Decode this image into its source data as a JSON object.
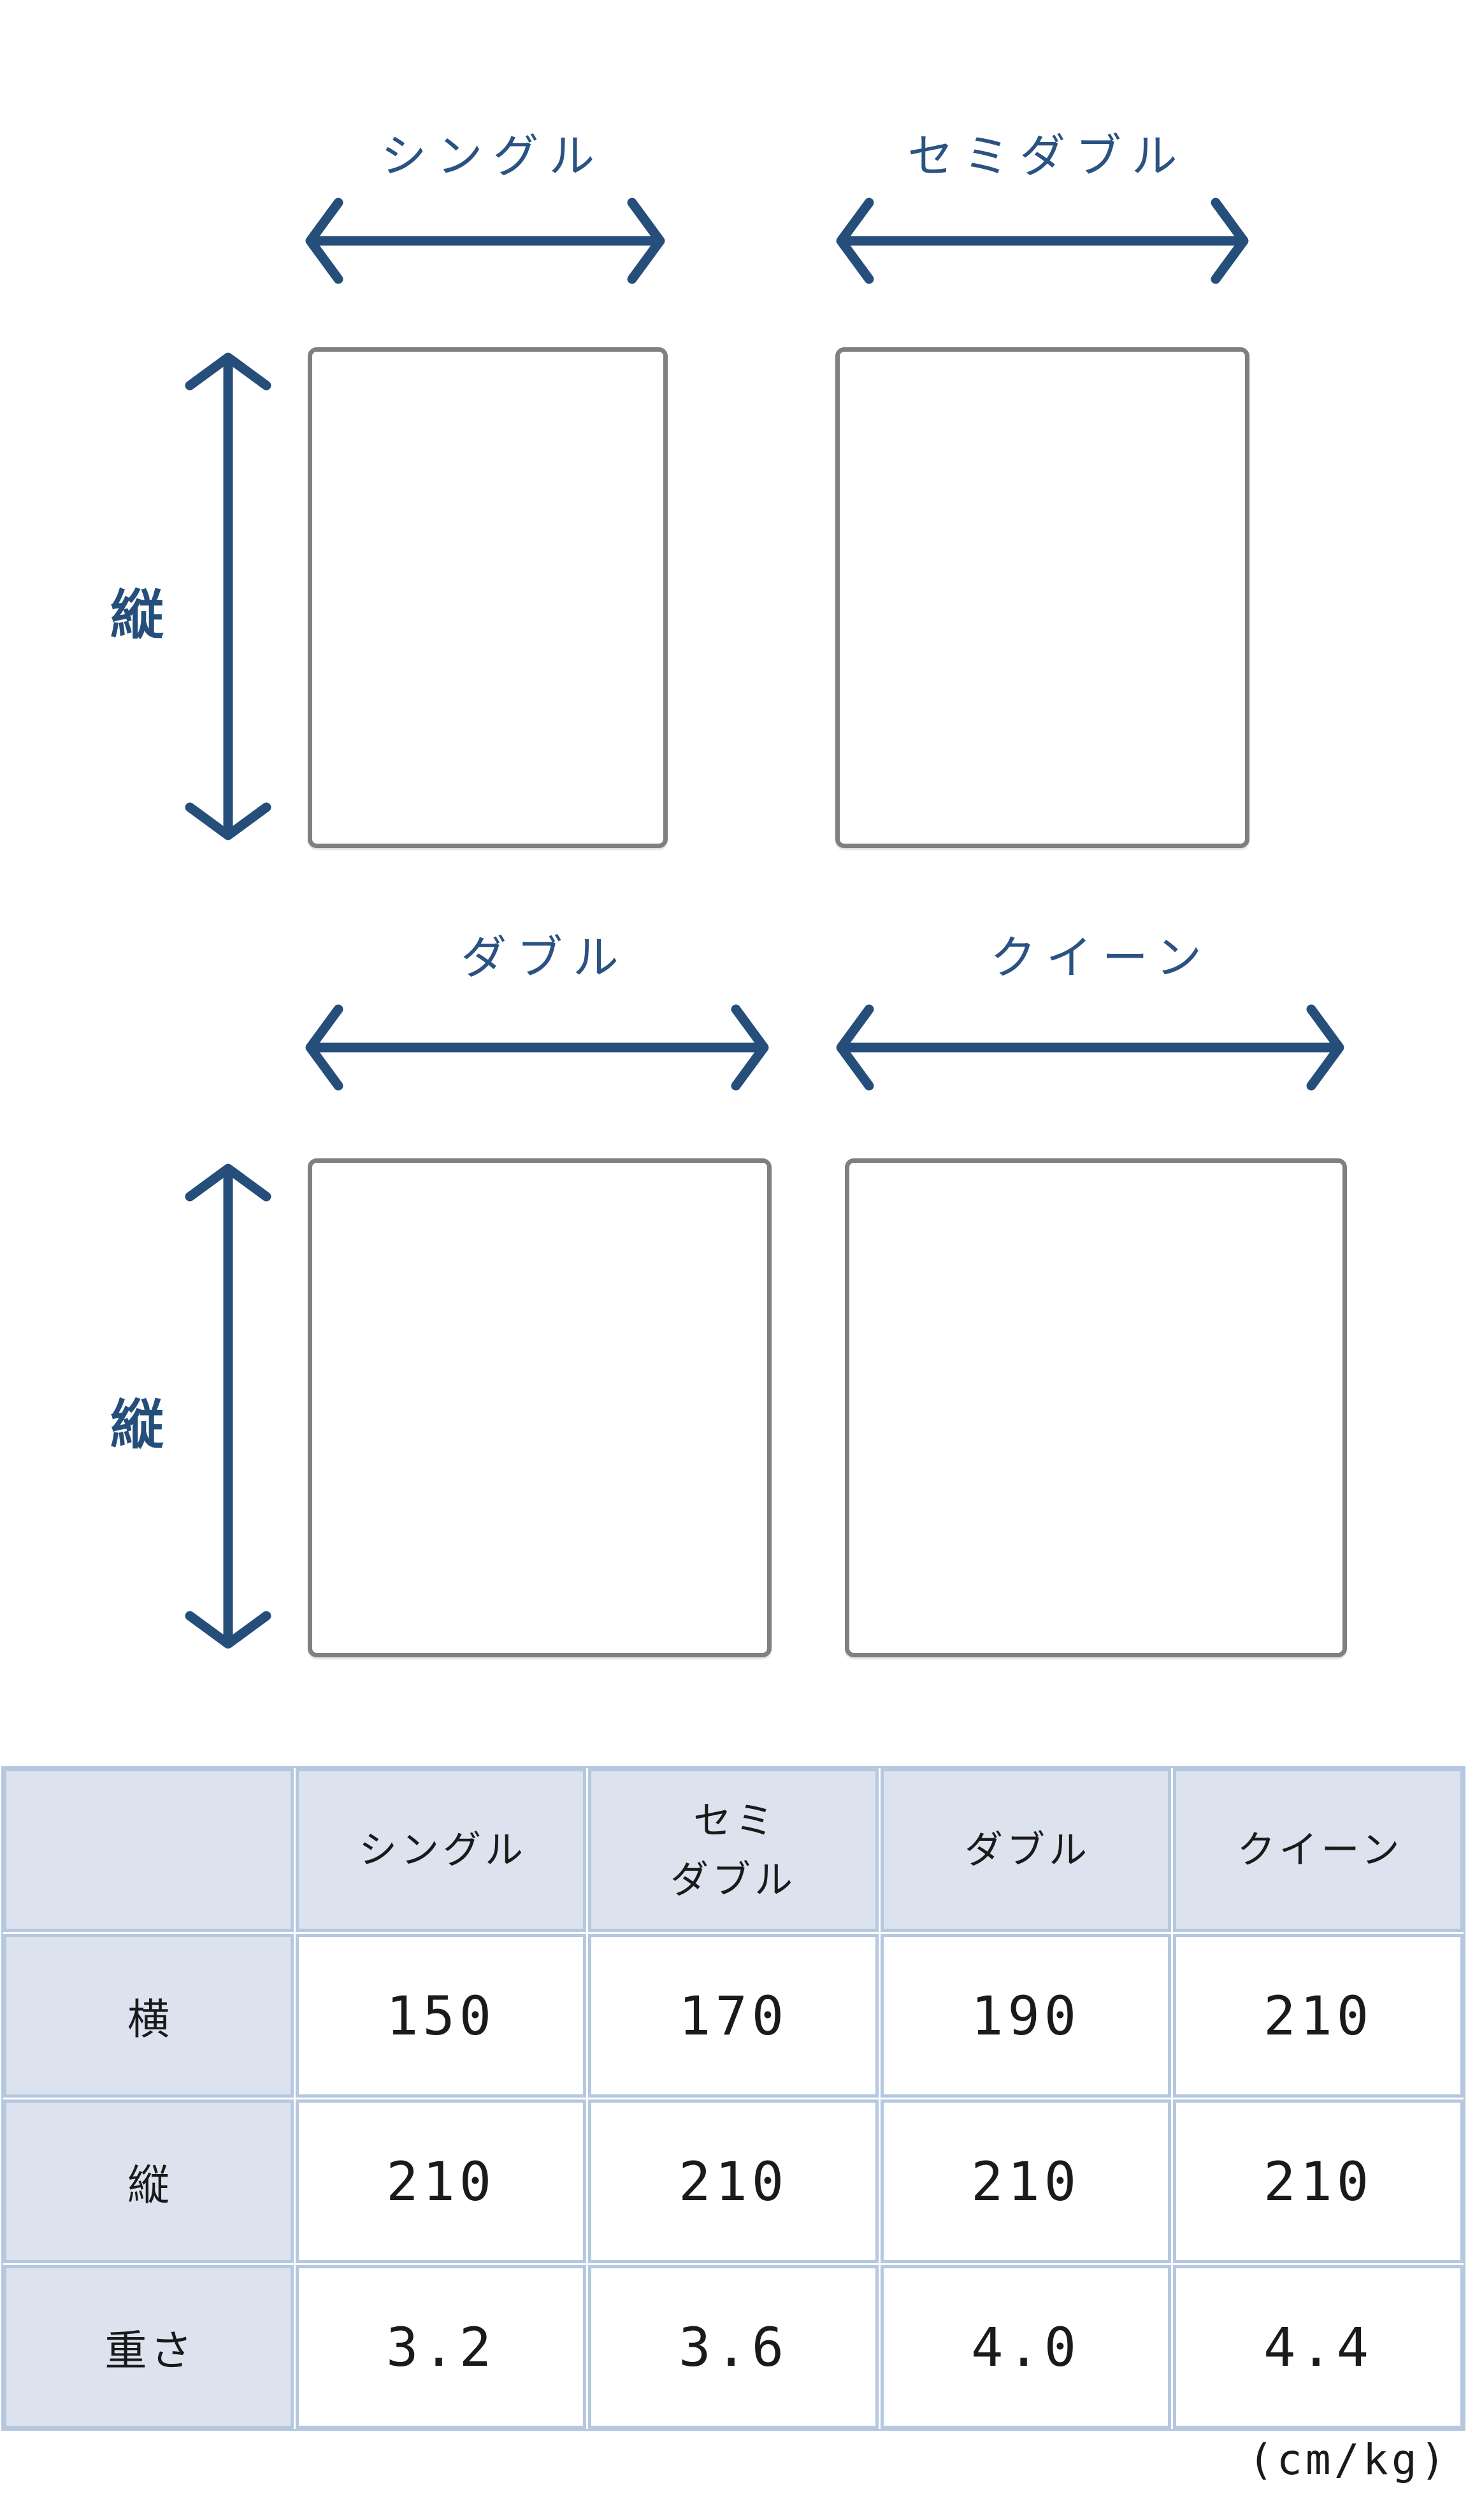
{
  "colors": {
    "navy_arrow": "#254e7b",
    "navy_text": "#2a5283",
    "rect_border": "#7f7f7f",
    "table_border": "#b6c8e0",
    "table_header_fill": "#dce3ee",
    "table_text": "#1a1a1a"
  },
  "diagram": {
    "row1": {
      "left_label": "シングル",
      "right_label": "セミダブル",
      "axis_label": "縦"
    },
    "row2": {
      "left_label": "ダブル",
      "right_label": "クイーン",
      "axis_label": "縦"
    }
  },
  "table": {
    "header": [
      "",
      "シングル",
      "セミ\nダブル",
      "ダブル",
      "クイーン"
    ],
    "rows": [
      {
        "label": "横",
        "values": [
          "150",
          "170",
          "190",
          "210"
        ]
      },
      {
        "label": "縦",
        "values": [
          "210",
          "210",
          "210",
          "210"
        ]
      },
      {
        "label": "重さ",
        "values": [
          "3.2",
          "3.6",
          "4.0",
          "4.4"
        ]
      }
    ],
    "unit_note": "(cm/kg)"
  }
}
